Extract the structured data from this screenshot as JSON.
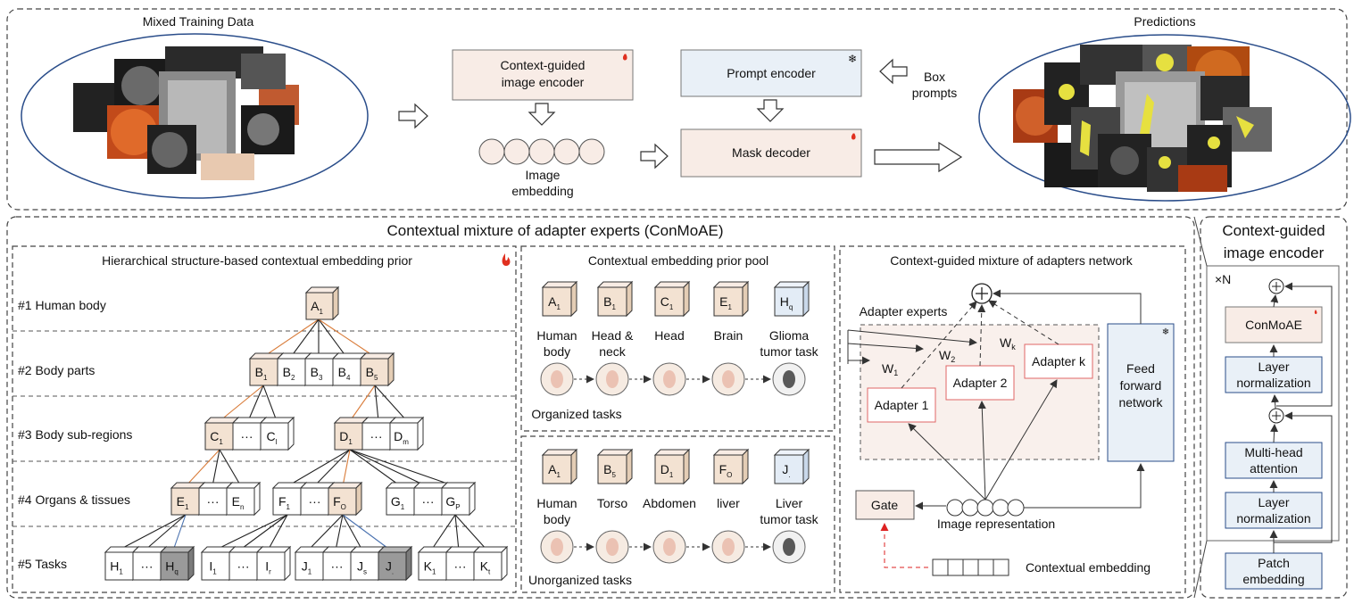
{
  "top": {
    "mixed_training_data": "Mixed Training Data",
    "encoder_line1": "Context-guided",
    "encoder_line2": "image encoder",
    "image_embedding_line1": "Image",
    "image_embedding_line2": "embedding",
    "prompt_encoder": "Prompt encoder",
    "mask_decoder": "Mask decoder",
    "box_prompts_line1": "Box",
    "box_prompts_line2": "prompts",
    "predictions": "Predictions"
  },
  "conmoae": {
    "title": "Contextual mixture of adapter experts (ConMoAE)",
    "hierarchy": {
      "title": "Hierarchical structure-based contextual embedding prior",
      "levels": [
        "#1 Human body",
        "#2 Body parts",
        "#3 Body sub-regions",
        "#4 Organs & tissues",
        "#5 Tasks"
      ]
    },
    "pool": {
      "title": "Contextual embedding prior pool",
      "organized": {
        "labels_line1": [
          "Human",
          "Head &",
          "Head",
          "Brain",
          "Glioma"
        ],
        "labels_line2": [
          "body",
          "neck",
          "",
          "",
          "tumor task"
        ],
        "caption": "Organized tasks"
      },
      "unorganized": {
        "labels_line1": [
          "Human",
          "Torso",
          "Abdomen",
          "liver",
          "Liver"
        ],
        "labels_line2": [
          "body",
          "",
          "",
          "",
          "tumor task"
        ],
        "caption": "Unorganized tasks"
      }
    },
    "network": {
      "title": "Context-guided mixture of adapters network",
      "adapter_experts": "Adapter experts",
      "adapter1": "Adapter 1",
      "adapter2": "Adapter 2",
      "adapterk": "Adapter k",
      "ffn_line1": "Feed",
      "ffn_line2": "forward",
      "ffn_line3": "network",
      "gate": "Gate",
      "image_representation": "Image representation",
      "contextual_embedding": "Contextual embedding"
    }
  },
  "encoder_panel": {
    "title_line1": "Context-guided",
    "title_line2": "image encoder",
    "repeat": "×N",
    "conmoae": "ConMoAE",
    "layer_norm_line1": "Layer",
    "layer_norm_line2": "normalization",
    "mha_line1": "Multi-head",
    "mha_line2": "attention",
    "patch_line1": "Patch",
    "patch_line2": "embedding"
  },
  "colors": {
    "beige_fill": "#f8ece6",
    "blue_fill": "#e9f0f7",
    "pink_border": "#e06666",
    "orange_edge": "#d97c3a",
    "blue_edge": "#4a72b0",
    "fire": "#e03020",
    "snow": "#7aa7d6"
  }
}
